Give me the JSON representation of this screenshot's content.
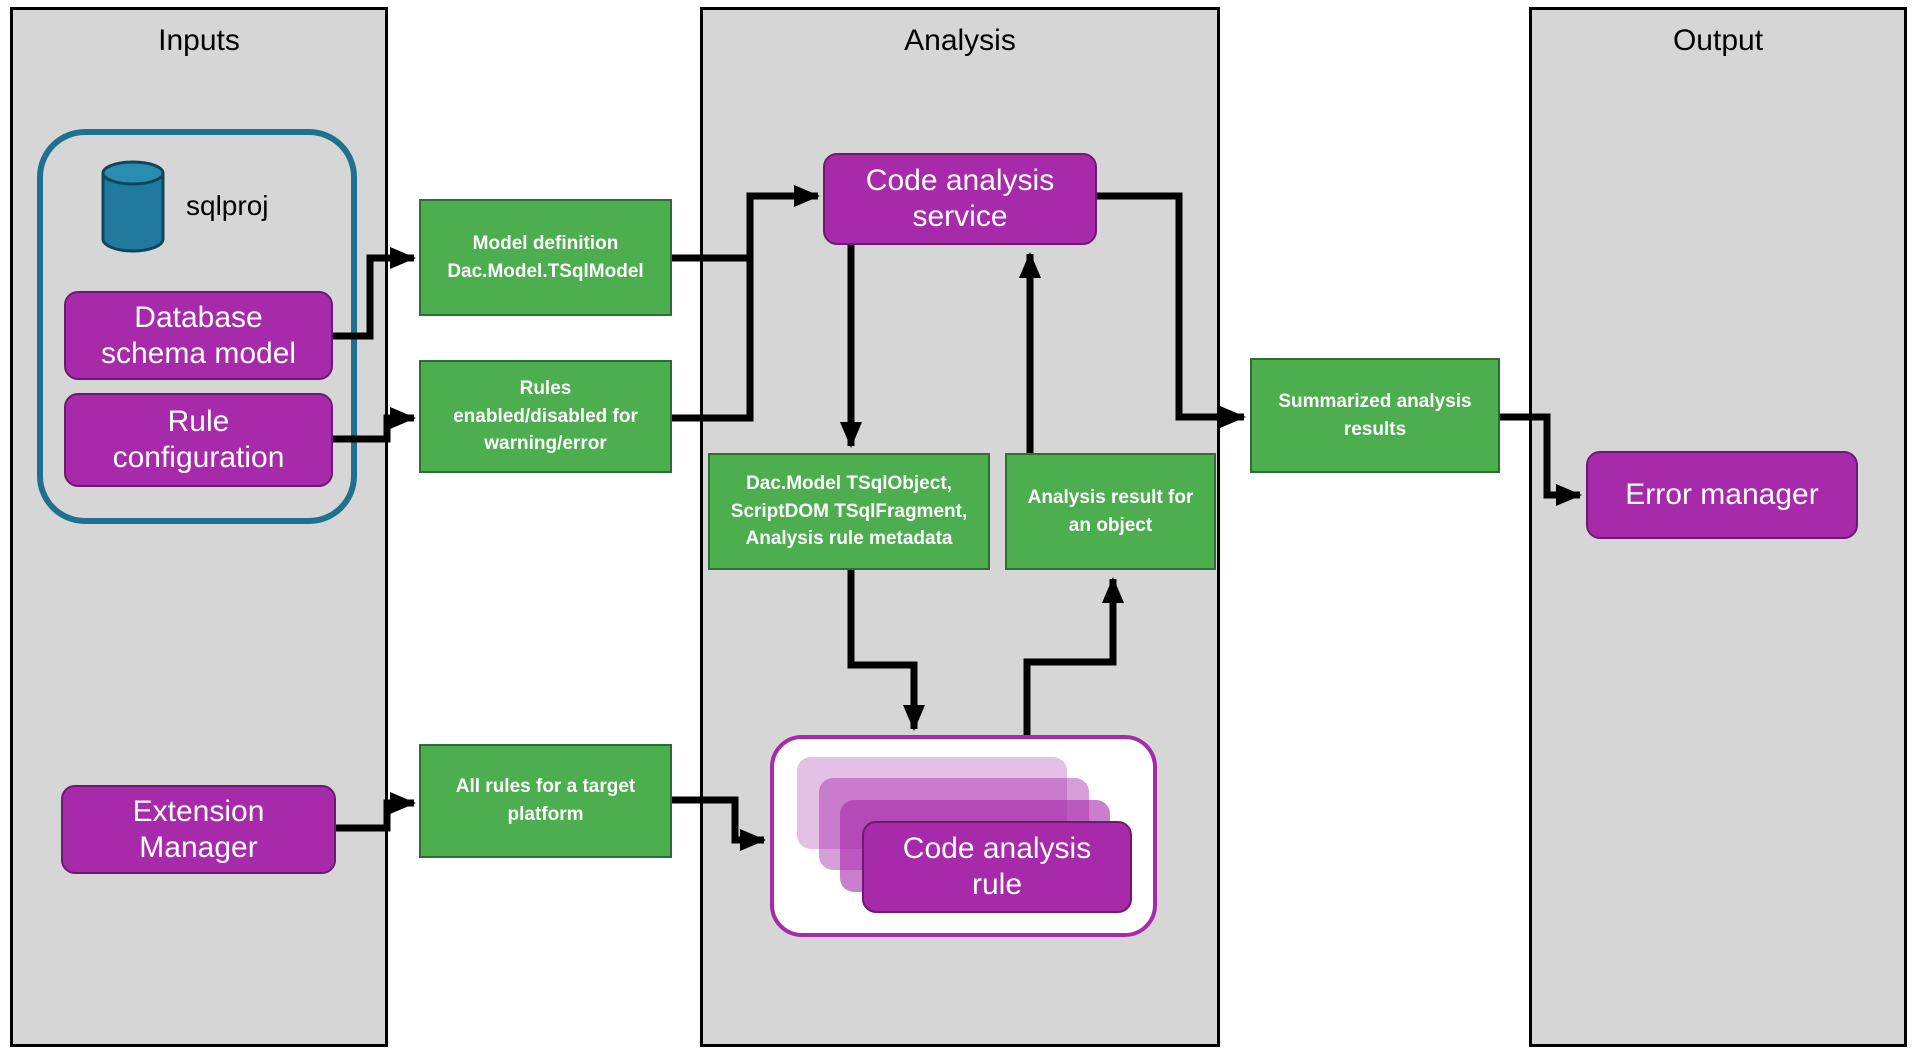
{
  "diagram": {
    "panels": {
      "inputs": {
        "title": "Inputs"
      },
      "analysis": {
        "title": "Analysis"
      },
      "output": {
        "title": "Output"
      }
    },
    "nodes": {
      "sqlproj": {
        "label": "sqlproj"
      },
      "database_schema_model": {
        "label": "Database\nschema model"
      },
      "rule_configuration": {
        "label": "Rule\nconfiguration"
      },
      "extension_manager": {
        "label": "Extension\nManager"
      },
      "model_definition": {
        "label": "Model definition\nDac.Model.TSqlModel"
      },
      "rules_enabled": {
        "label": "Rules\nenabled/disabled for\nwarning/error"
      },
      "all_rules": {
        "label": "All rules for a target\nplatform"
      },
      "code_analysis_service": {
        "label": "Code analysis\nservice"
      },
      "object_metadata": {
        "label": "Dac.Model TSqlObject,\nScriptDOM TSqlFragment,\nAnalysis rule metadata"
      },
      "analysis_result": {
        "label": "Analysis result for\nan object"
      },
      "code_analysis_rule": {
        "label": "Code analysis\nrule"
      },
      "summarized_results": {
        "label": "Summarized analysis\nresults"
      },
      "error_manager": {
        "label": "Error manager"
      }
    },
    "colors": {
      "panel_bg": "#d6d6d6",
      "purple": "#a72aab",
      "green": "#4cae4f",
      "teal": "#1f7a9e",
      "group_border": "#20718f",
      "arrow": "#000000"
    }
  }
}
